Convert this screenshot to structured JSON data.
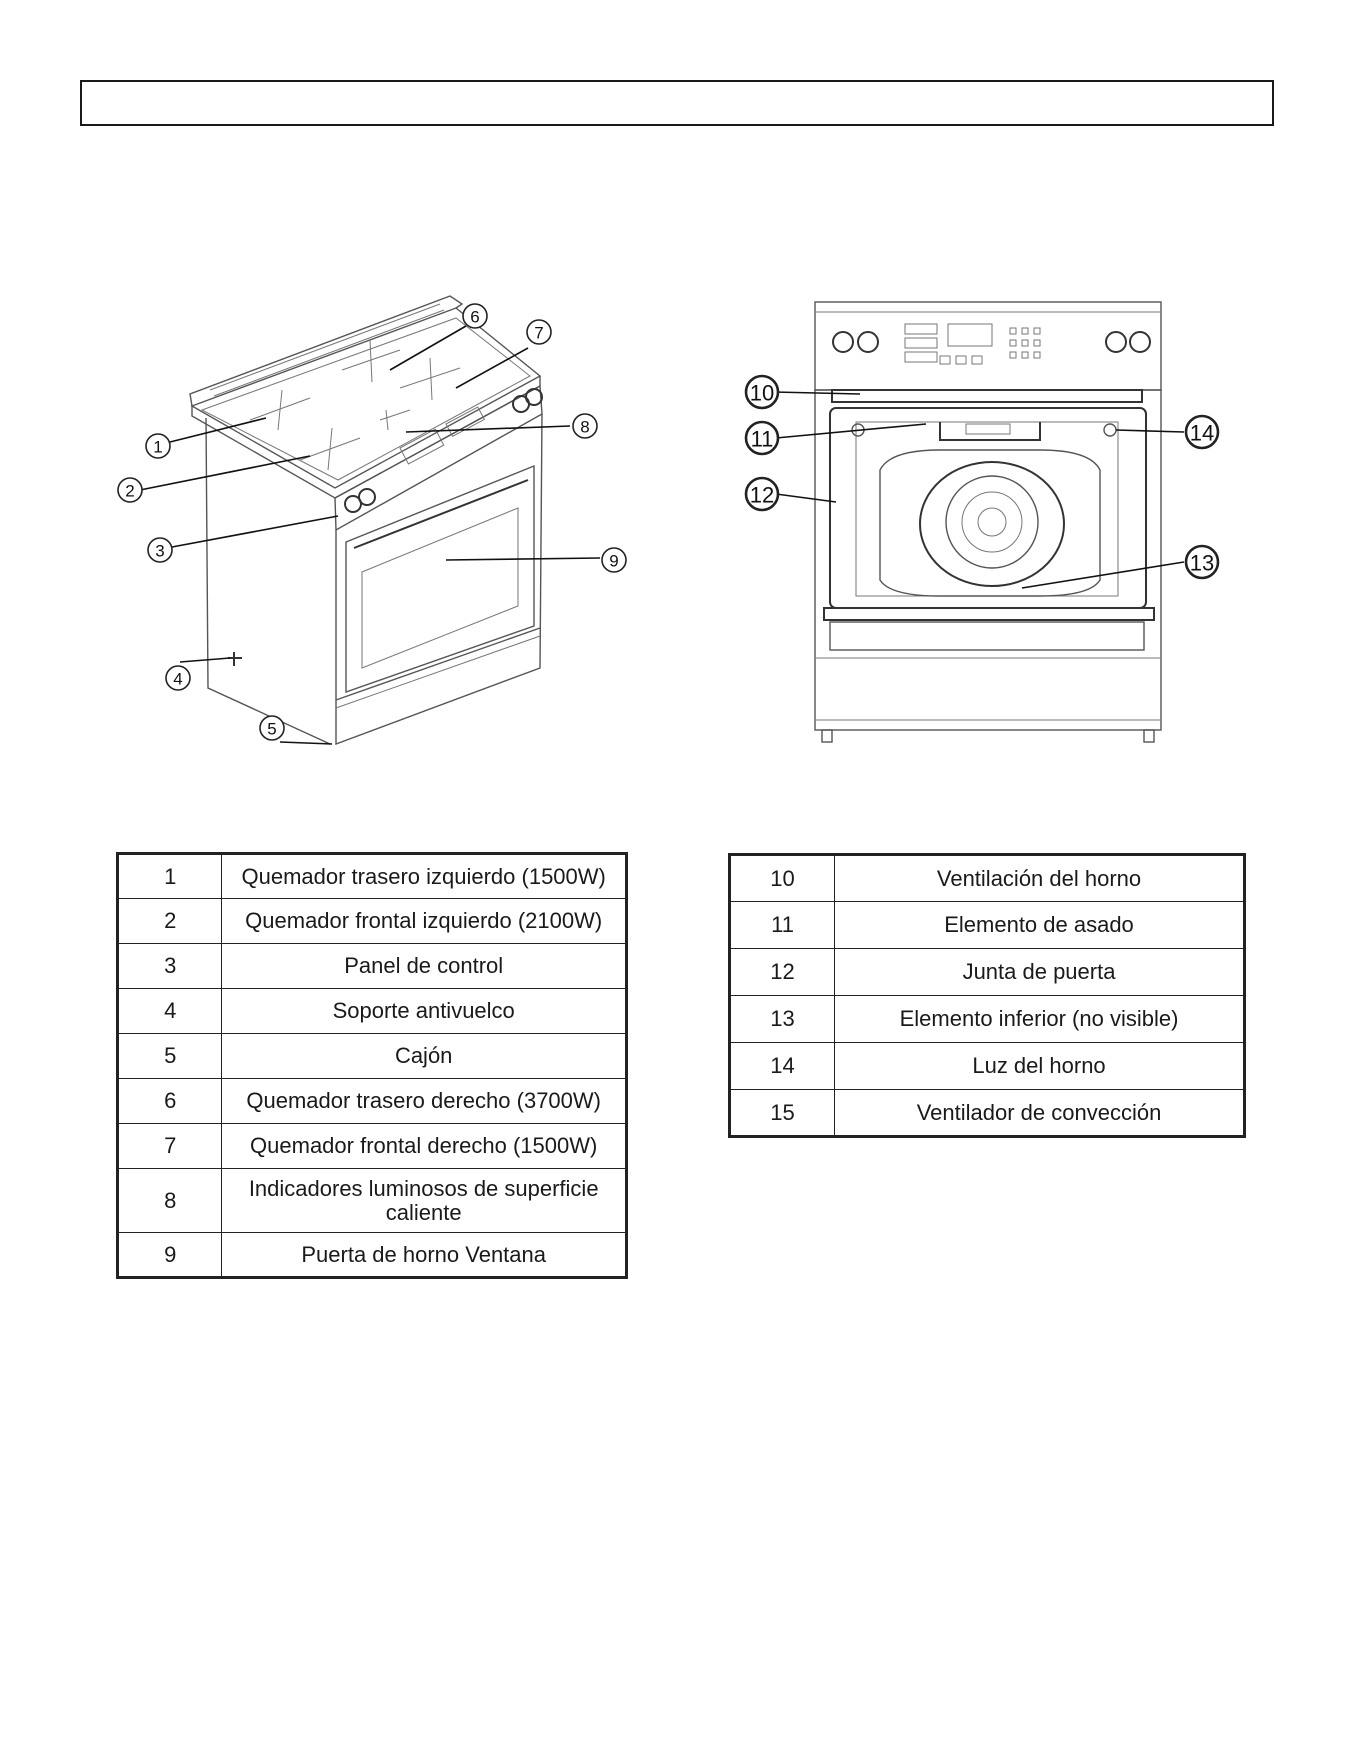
{
  "header": {
    "title": ""
  },
  "figure_left": {
    "callouts": [
      "1",
      "2",
      "3",
      "4",
      "5",
      "6",
      "7",
      "8",
      "9"
    ]
  },
  "figure_right": {
    "callouts": [
      "10",
      "11",
      "12",
      "13",
      "14"
    ]
  },
  "table_left": {
    "rows": [
      {
        "num": "1",
        "desc": "Quemador trasero izquierdo (1500W)"
      },
      {
        "num": "2",
        "desc": "Quemador frontal izquierdo (2100W)"
      },
      {
        "num": "3",
        "desc": "Panel de control"
      },
      {
        "num": "4",
        "desc": "Soporte antivuelco"
      },
      {
        "num": "5",
        "desc": "Cajón"
      },
      {
        "num": "6",
        "desc": "Quemador trasero derecho (3700W)"
      },
      {
        "num": "7",
        "desc": "Quemador frontal derecho (1500W)"
      },
      {
        "num": "8",
        "desc": "Indicadores luminosos de superficie caliente"
      },
      {
        "num": "9",
        "desc": "Puerta de horno Ventana"
      }
    ]
  },
  "table_right": {
    "rows": [
      {
        "num": "10",
        "desc": "Ventilación del horno"
      },
      {
        "num": "11",
        "desc": "Elemento de asado"
      },
      {
        "num": "12",
        "desc": "Junta de puerta"
      },
      {
        "num": "13",
        "desc": "Elemento inferior (no visible)"
      },
      {
        "num": "14",
        "desc": "Luz del horno"
      },
      {
        "num": "15",
        "desc": "Ventilador de convección"
      }
    ]
  }
}
